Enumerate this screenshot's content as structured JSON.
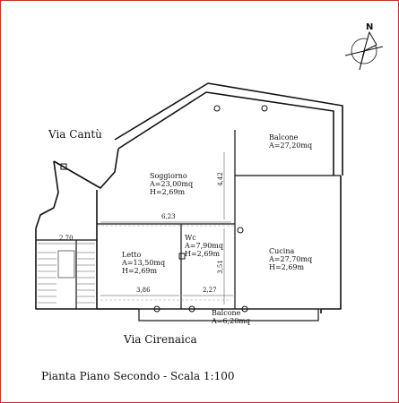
{
  "streets": {
    "top": "Via Cantù",
    "bottom": "Via Cirenaica"
  },
  "rooms": {
    "soggiorno": {
      "name": "Soggiorno",
      "area": "A=23,00mq",
      "height": "H=2,69m"
    },
    "balcone_top": {
      "name": "Balcone",
      "area": "A=27,20mq"
    },
    "cucina": {
      "name": "Cucina",
      "area": "A=27,70mq",
      "height": "H=2,69m"
    },
    "letto": {
      "name": "Letto",
      "area": "A=13,50mq",
      "height": "H=2,69m"
    },
    "wc": {
      "name": "Wc",
      "area": "A=7,90mq",
      "height": "H=2,69m"
    },
    "balcone_bottom": {
      "name": "Balcone",
      "area": "A=6,20mq"
    }
  },
  "dimensions": {
    "d_623": "6,23",
    "d_442": "4,42",
    "d_270": "2,70",
    "d_386": "3,86",
    "d_227": "2,27",
    "d_351": "3,51"
  },
  "compass": {
    "label": "N"
  },
  "caption": "Pianta Piano Secondo - Scala 1:100",
  "colors": {
    "frame": "#c8302a",
    "lines": "#111111",
    "grid": "#999999"
  }
}
